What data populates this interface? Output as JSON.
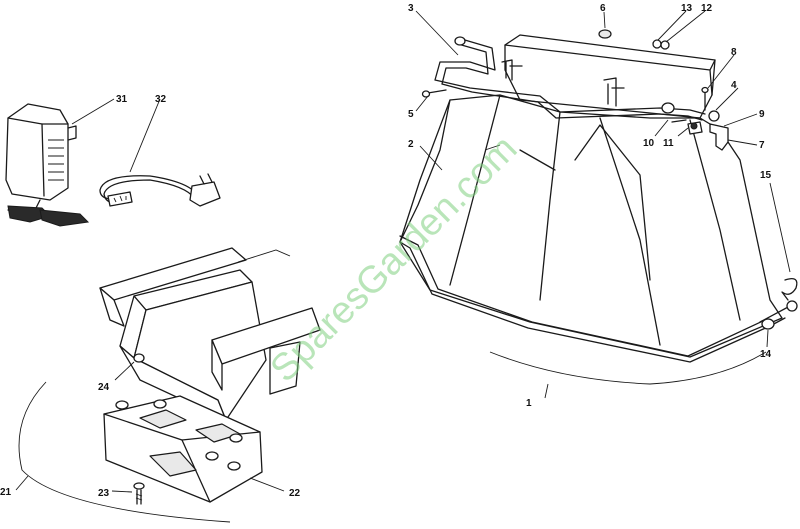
{
  "watermark": "SparesGarden.com",
  "callouts": {
    "c1": "1",
    "c2": "2",
    "c3": "3",
    "c4": "4",
    "c5": "5",
    "c6": "6",
    "c7": "7",
    "c8": "8",
    "c9": "9",
    "c10": "10",
    "c11": "11",
    "c12": "12",
    "c13": "13",
    "c14": "14",
    "c15": "15",
    "c21": "21",
    "c22": "22",
    "c23": "23",
    "c24": "24",
    "c31": "31",
    "c32": "32"
  },
  "colors": {
    "line": "#1a1a1a",
    "watermark": "#7fd07f",
    "background": "#ffffff"
  }
}
